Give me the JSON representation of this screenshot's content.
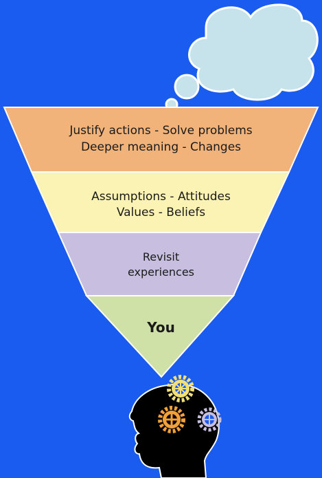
{
  "funnel": {
    "levels": [
      {
        "line1": "Justify actions - Solve problems",
        "line2": "Deeper meaning - Changes"
      },
      {
        "line1": "Assumptions - Attitudes",
        "line2": "Values - Beliefs"
      },
      {
        "line1": "Revisit",
        "line2": "experiences"
      },
      {
        "line1": "You"
      }
    ]
  },
  "colors": {
    "background": "#1a5cf0",
    "level1": "#f2b37a",
    "level2": "#fbf3b4",
    "level3": "#c8bfe0",
    "level4": "#cfe1a6",
    "cloud": "#c6e3ec",
    "head": "#000000"
  },
  "icons": {
    "thought": "thought-cloud-icon",
    "head": "head-silhouette-icon",
    "gears": [
      "gear-icon-top",
      "gear-icon-orange",
      "gear-icon-purple"
    ]
  }
}
